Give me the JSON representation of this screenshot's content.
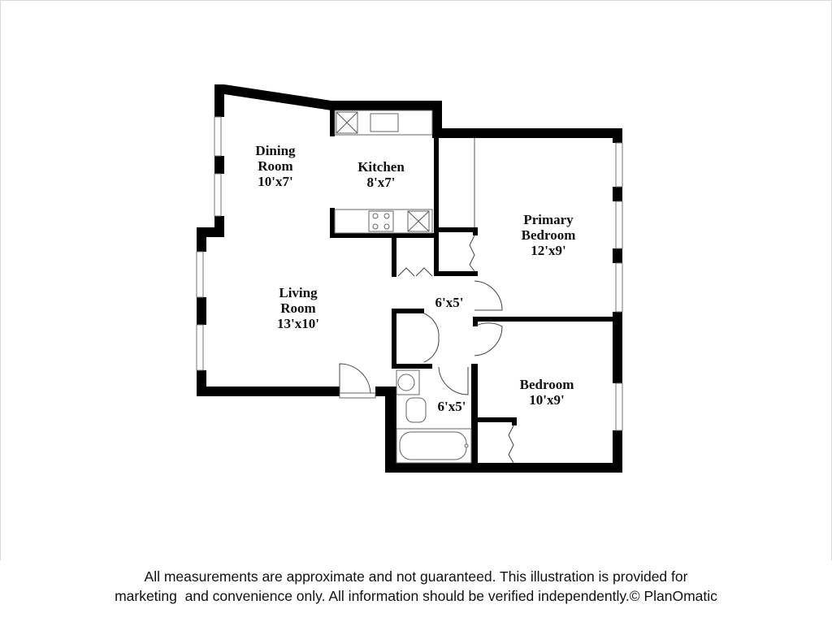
{
  "rooms": {
    "dining": {
      "name_line1": "Dining",
      "name_line2": "Room",
      "size": "10'x7'"
    },
    "kitchen": {
      "name": "Kitchen",
      "size": "8'x7'"
    },
    "living": {
      "name_line1": "Living",
      "name_line2": "Room",
      "size": "13'x10'"
    },
    "primary_bedroom": {
      "name_line1": "Primary",
      "name_line2": "Bedroom",
      "size": "12'x9'"
    },
    "hall": {
      "size": "6'x5'"
    },
    "bath": {
      "size": "6'x5'"
    },
    "bedroom": {
      "name": "Bedroom",
      "size": "10'x9'"
    }
  },
  "footer": {
    "line1": "All measurements are approximate and not guaranteed. This illustration is provided for",
    "line2": "marketing  and convenience only. All information should be verified independently.",
    "copyright": "© PlanOmatic"
  }
}
